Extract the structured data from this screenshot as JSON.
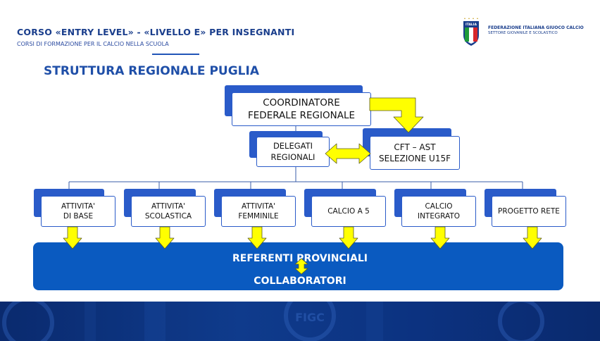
{
  "header": {
    "title": "CORSO «ENTRY LEVEL» - «LIVELLO E» PER INSEGNANTI",
    "subtitle": "CORSI DI FORMAZIONE PER IL CALCIO NELLA SCUOLA"
  },
  "federation": {
    "logo_text": "ITALIA",
    "line1": "FEDERAZIONE ITALIANA GIUOCO CALCIO",
    "line2": "SETTORE GIOVANILE E SCOLASTICO"
  },
  "section_title": "STRUTTURA REGIONALE PUGLIA",
  "nodes": {
    "coordinatore": "COORDINATORE\nFEDERALE REGIONALE",
    "delegati": "DELEGATI\nREGIONALI",
    "cft": "CFT – AST\nSELEZIONE U15F",
    "attivita_base": "ATTIVITA'\nDI BASE",
    "attivita_scolastica": "ATTIVITA'\nSCOLASTICA",
    "attivita_femminile": "ATTIVITA'\nFEMMINILE",
    "calcio_a5": "CALCIO A 5",
    "calcio_integrato": "CALCIO\nINTEGRATO",
    "progetto_rete": "PROGETTO RETE"
  },
  "referenti": {
    "line1": "REFERENTI PROVINCIALI",
    "line2": "COLLABORATORI"
  },
  "footer": {
    "watermark": "FIGC"
  },
  "colors": {
    "brand_blue": "#1f4fa8",
    "box_shadow_blue": "#2a5bc9",
    "referenti_blue": "#0a5ac0",
    "arrow_yellow": "#ffff00",
    "footer_blue": "#0f3b8c"
  }
}
